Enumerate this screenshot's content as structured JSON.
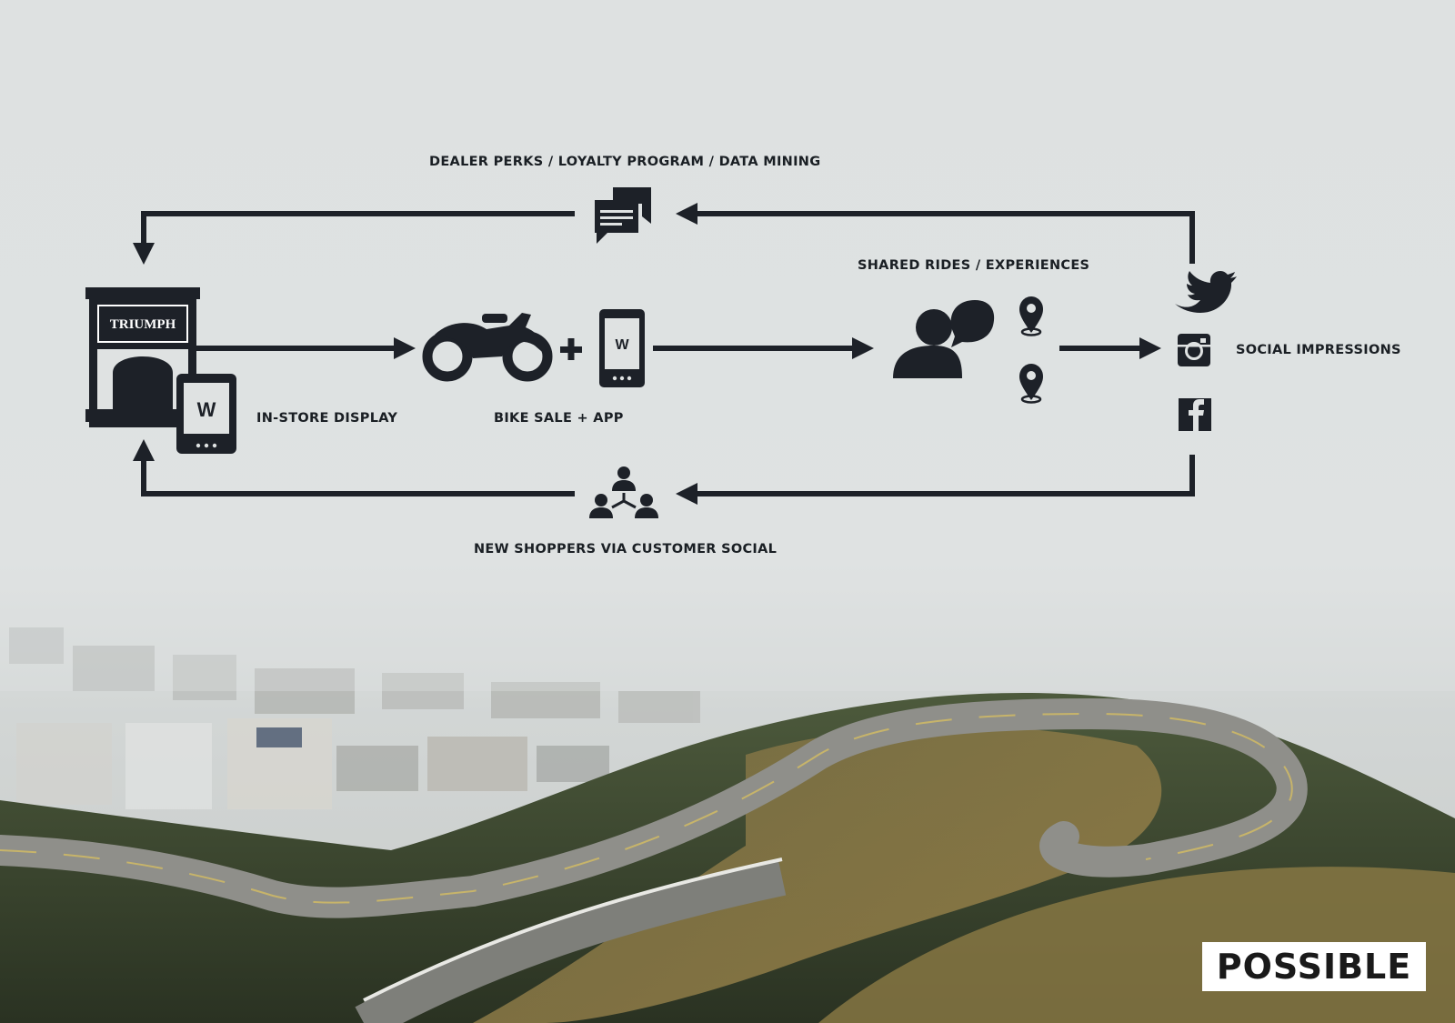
{
  "labels": {
    "top_loop": "DEALER PERKS / LOYALTY PROGRAM / DATA MINING",
    "in_store": "IN-STORE DISPLAY",
    "bike_sale": "BIKE SALE + APP",
    "shared_rides": "SHARED RIDES / EXPERIENCES",
    "social_impressions": "SOCIAL IMPRESSIONS",
    "bottom_loop": "NEW SHOPPERS VIA CUSTOMER SOCIAL"
  },
  "logos": {
    "store_sign": "TRIUMPH",
    "app_mark": "W",
    "brand": "POSSIBLE"
  },
  "colors": {
    "ink": "#1d2128",
    "fog": "#dfe2e2",
    "brand_bg": "#ffffff"
  },
  "icons": [
    "store-icon",
    "tablet-icon",
    "motorcycle-icon",
    "plus-icon",
    "phone-icon",
    "chat-bubbles-icon",
    "person-speech-icon",
    "location-pin-icon",
    "twitter-icon",
    "instagram-icon",
    "facebook-icon",
    "share-network-icon"
  ]
}
